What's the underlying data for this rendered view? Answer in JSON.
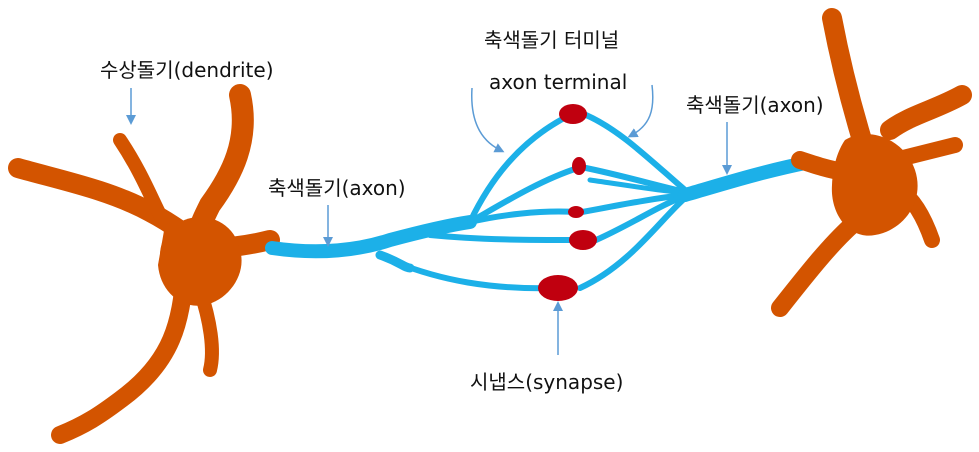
{
  "labels": {
    "dendrite": "수상돌기(dendrite)",
    "axon_left": "축색돌기(axon)",
    "axon_terminal_ko": "축색돌기 터미널",
    "axon_terminal_en": "axon terminal",
    "axon_right": "축색돌기(axon)",
    "synapse": "시냅스(synapse)"
  },
  "colors": {
    "neuron_body": "#d35400",
    "axon": "#1cb0e8",
    "synapse": "#c0000f",
    "arrow": "#5b9bd5",
    "text": "#111111",
    "background": "#ffffff"
  }
}
